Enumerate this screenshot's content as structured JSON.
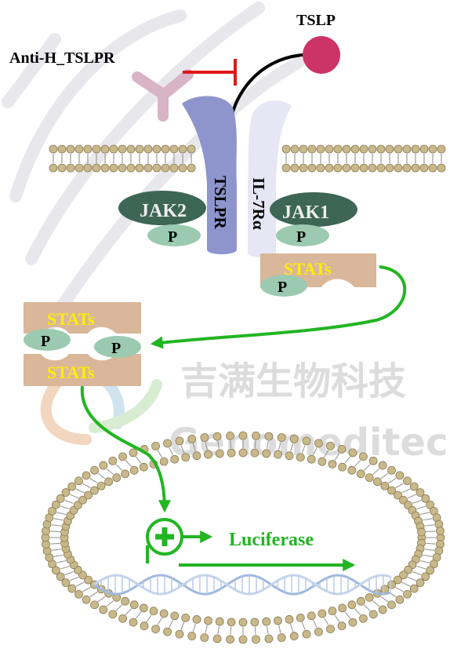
{
  "labels": {
    "ligand": "TSLP",
    "antibody": "Anti-H_TSLPR",
    "receptor_1": "TSLPR",
    "receptor_2": "IL-7Rα",
    "kinase_left": "JAK2",
    "kinase_right": "JAK1",
    "phospho": "P",
    "stat_membrane": "STATs",
    "stat_dimer_top": "STATs",
    "stat_dimer_bottom": "STATs",
    "reporter": "Luciferase"
  },
  "watermark": {
    "chinese": "吉满生物科技",
    "english": "Genomeditech"
  },
  "colors": {
    "tslp": "#cc3366",
    "antibody": "#d9b3c6",
    "inhibit": "#e01818",
    "tslpr": "#8d95cc",
    "il7r": "#e6e6f5",
    "jak": "#3d6656",
    "phospho": "#9ccab0",
    "stat": "#d9b79a",
    "stat_text": "#ffee00",
    "arrow": "#22b522",
    "lipid_head": "#c9b98a"
  }
}
